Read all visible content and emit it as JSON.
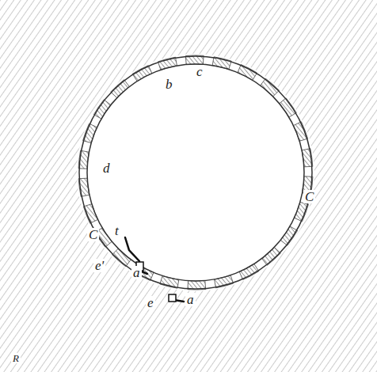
{
  "diagram": {
    "labels": [
      "b",
      "c",
      "d",
      "C",
      "C",
      "t",
      "e'",
      "a",
      "e",
      "a",
      "R"
    ]
  }
}
